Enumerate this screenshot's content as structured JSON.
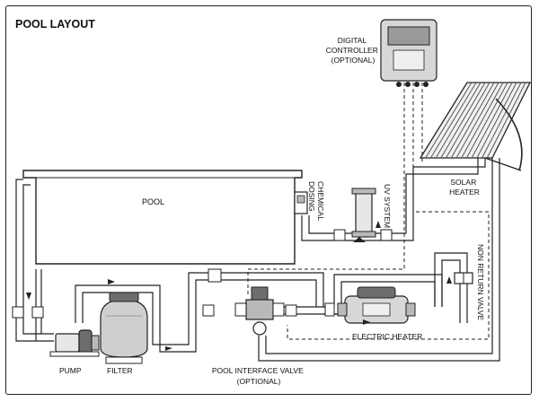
{
  "title": "POOL LAYOUT",
  "labels": {
    "pool": "POOL",
    "pump": "PUMP",
    "filter": "FILTER",
    "chemical_dosing": "CHEMICAL DOSING",
    "uv_system": "UV SYSTEM",
    "digital_controller": [
      "DIGITAL",
      "CONTROLLER",
      "(OPTIONAL)"
    ],
    "solar_heater": [
      "SOLAR",
      "HEATER"
    ],
    "non_return_valve": "NON RETURN VALVE",
    "electric_heater": "ELECTRIC HEATER",
    "pool_interface_valve": [
      "POOL INTERFACE VALVE",
      "(OPTIONAL)"
    ]
  },
  "colors": {
    "line": "#222222",
    "fill_light": "#f4f4f4",
    "device_grey": "#b9b9b9",
    "device_dark": "#6d6d6d"
  }
}
